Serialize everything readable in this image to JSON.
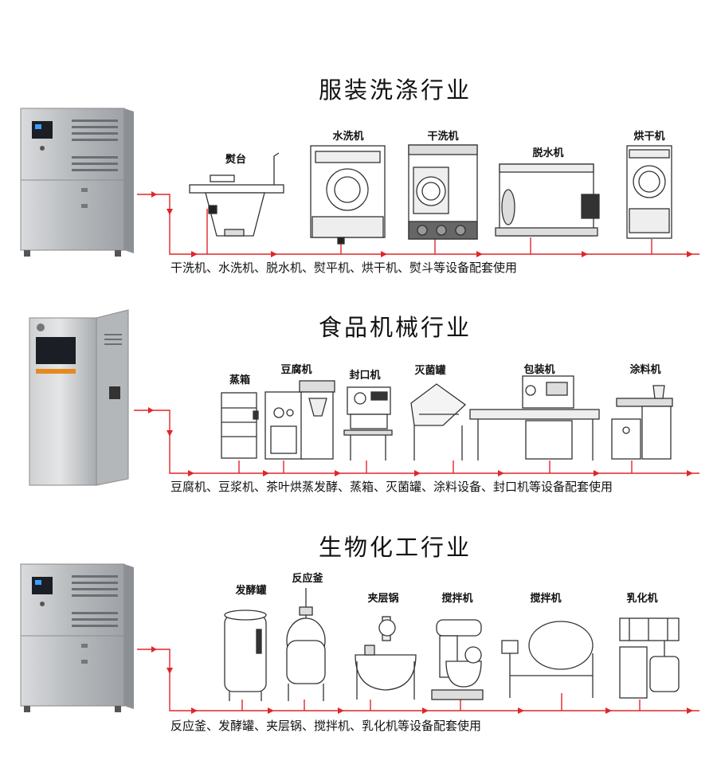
{
  "sections": [
    {
      "title": "服装洗涤行业",
      "caption": "干洗机、水洗机、脱水机、熨平机、烘干机、熨斗等设备配套使用",
      "equipment": [
        "熨台",
        "水洗机",
        "干洗机",
        "脱水机",
        "烘干机"
      ]
    },
    {
      "title": "食品机械行业",
      "caption": "豆腐机、豆浆机、茶叶烘蒸发酵、蒸箱、灭菌罐、涂料设备、封口机等设备配套使用",
      "equipment": [
        "蒸箱",
        "豆腐机",
        "封口机",
        "灭菌罐",
        "包装机",
        "涂料机"
      ]
    },
    {
      "title": "生物化工行业",
      "caption": "反应釜、发酵罐、夹层锅、搅拌机、乳化机等设备配套使用",
      "equipment": [
        "发酵罐",
        "反应釜",
        "夹层锅",
        "搅拌机",
        "搅拌机",
        "乳化机"
      ]
    }
  ],
  "colors": {
    "pipe": "#e0262a",
    "boiler_steel": "#c9cbcd",
    "line_art": "#333333"
  }
}
